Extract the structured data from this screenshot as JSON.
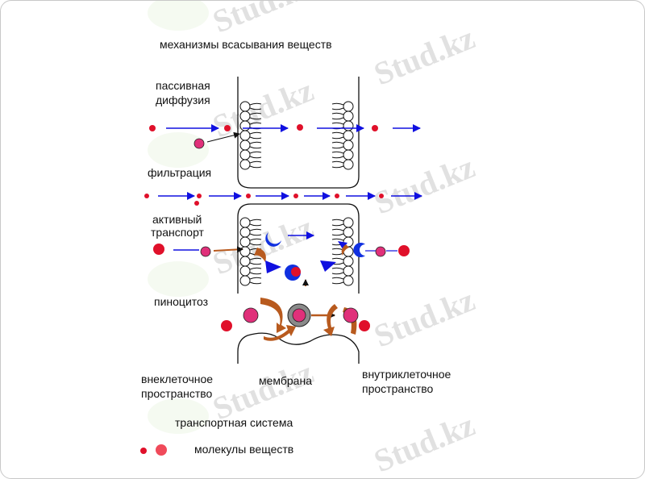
{
  "title": "механизмы всасывания веществ",
  "labels": {
    "passive_1": "пассивная",
    "passive_2": "диффузия",
    "filtration": "фильтрация",
    "active_1": "активный",
    "active_2": "транспорт",
    "pinocytosis": "пиноцитоз",
    "extra_1": "внеклеточное",
    "extra_2": "пространство",
    "membrane": "мембрана",
    "intra_1": "внутриклеточное",
    "intra_2": "пространство"
  },
  "legend": {
    "transport_system": "транспортная система",
    "molecules": "молекулы веществ"
  },
  "watermark": "Stud.kz",
  "colors": {
    "arrow": "#1010e0",
    "molecule": "#e0102a",
    "carrier": "#1030e0",
    "pink": "#e0307a",
    "vesicle": "#b85a1e"
  }
}
